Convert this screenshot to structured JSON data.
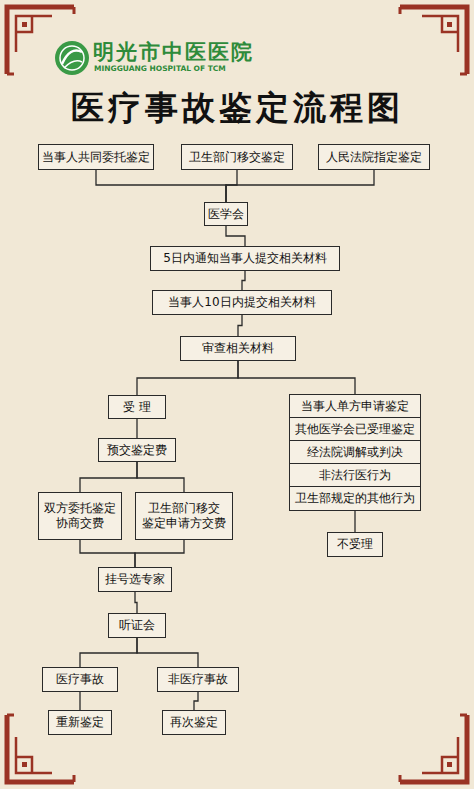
{
  "diagram": {
    "title": "医疗事故鉴定流程图",
    "nodes": [
      {
        "text": [
          "当事人共同委托鉴定"
        ]
      },
      {
        "text": [
          "卫生部门移交鉴定"
        ]
      },
      {
        "text": [
          "人民法院指定鉴定"
        ]
      },
      {
        "text": [
          "医学会"
        ]
      },
      {
        "text": [
          "5日内通知当事人提交相关材料"
        ]
      },
      {
        "text": [
          "当事人10日内提交相关材料"
        ]
      },
      {
        "text": [
          "审查相关材料"
        ]
      },
      {
        "text": [
          "受 理"
        ]
      },
      {
        "text": [
          "预交鉴定费"
        ]
      },
      {
        "text": [
          "双方委托鉴定 协商交费"
        ]
      },
      {
        "text": [
          "卫生部门移交 鉴定申请方交费"
        ]
      },
      {
        "text": [
          "挂号选专家"
        ]
      },
      {
        "text": [
          "听证会"
        ]
      },
      {
        "text": [
          "医疗事故"
        ]
      },
      {
        "text": [
          "非医疗事故"
        ]
      },
      {
        "text": [
          "重新鉴定"
        ]
      },
      {
        "text": [
          "再次鉴定"
        ]
      },
      {
        "text": [
          "当事人单方申请鉴定"
        ]
      },
      {
        "text": [
          "其他医学会已受理鉴定"
        ]
      },
      {
        "text": [
          "经法院调解或判决"
        ]
      },
      {
        "text": [
          "非法行医行为"
        ]
      },
      {
        "text": [
          "卫生部规定的其他行为"
        ]
      },
      {
        "text": [
          "不受理"
        ]
      }
    ],
    "edges": [
      {
        "from": 0,
        "to": 3,
        "arrow": "none"
      },
      {
        "from": 1,
        "to": 3,
        "arrow": "none"
      },
      {
        "from": 2,
        "to": 3,
        "arrow": "none"
      },
      {
        "from": 3,
        "to": 4,
        "arrow": "none"
      },
      {
        "from": 4,
        "to": 5,
        "arrow": "none"
      },
      {
        "from": 5,
        "to": 6,
        "arrow": "none"
      },
      {
        "from": 6,
        "to": 7,
        "arrow": "none"
      },
      {
        "from": 6,
        "to": 17,
        "arrow": "none"
      },
      {
        "from": 7,
        "to": 8,
        "arrow": "none"
      },
      {
        "from": 8,
        "to": 9,
        "arrow": "none"
      },
      {
        "from": 8,
        "to": 10,
        "arrow": "none"
      },
      {
        "from": 9,
        "to": 11,
        "arrow": "none"
      },
      {
        "from": 10,
        "to": 11,
        "arrow": "none"
      },
      {
        "from": 11,
        "to": 12,
        "arrow": "none"
      },
      {
        "from": 12,
        "to": 13,
        "arrow": "none"
      },
      {
        "from": 12,
        "to": 14,
        "arrow": "none"
      },
      {
        "from": 13,
        "to": 15,
        "arrow": "none"
      },
      {
        "from": 14,
        "to": 16,
        "arrow": "none"
      },
      {
        "from": 21,
        "to": 22,
        "arrow": "none"
      }
    ],
    "labels": [
      "明光市中医医院",
      "MINGGUANG HOSPITAL OF TCM"
    ]
  }
}
